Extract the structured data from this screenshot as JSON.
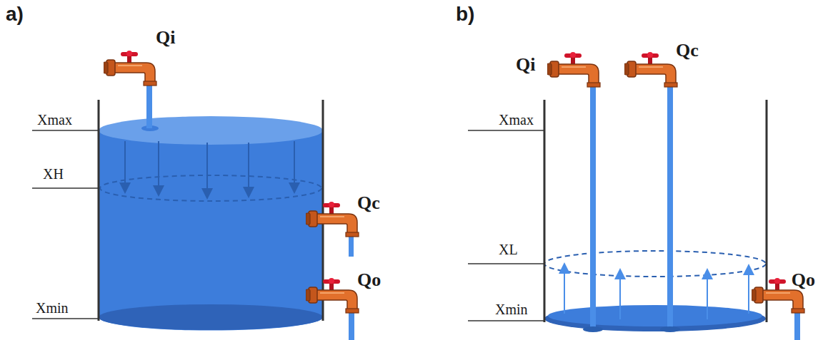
{
  "diagram": {
    "labels": [
      "a)",
      "b)",
      "Qi",
      "Xmax",
      "XH",
      "Qc",
      "Qo",
      "Xmin",
      "Qi",
      "Qc",
      "Xmax",
      "XL",
      "Qo",
      "Xmin"
    ]
  }
}
